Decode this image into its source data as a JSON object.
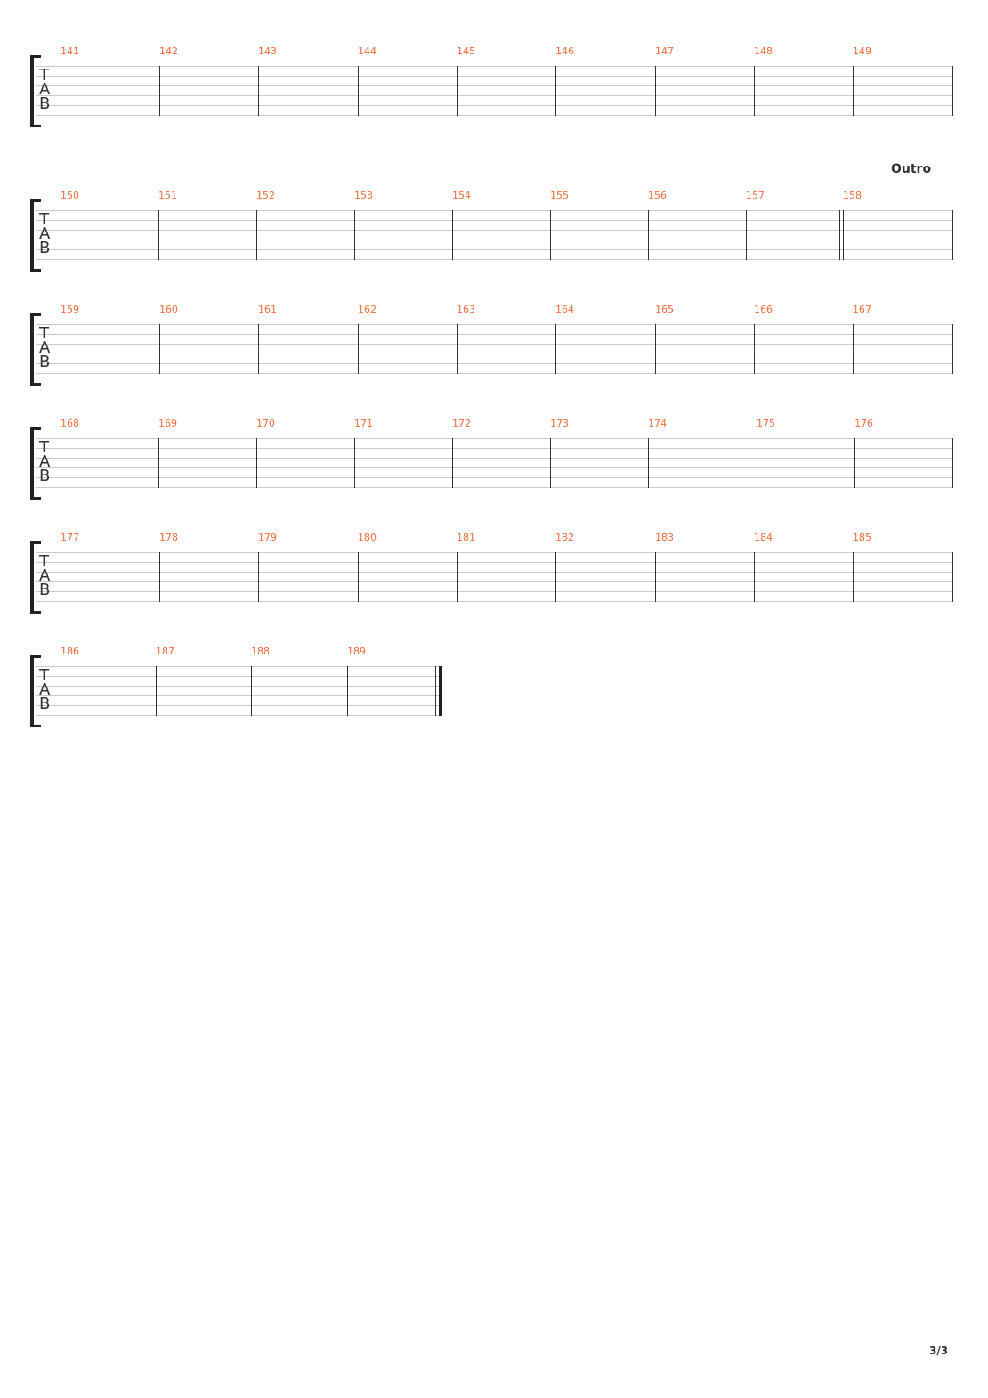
{
  "systems": [
    {
      "measures": [
        "141",
        "142",
        "143",
        "144",
        "145",
        "146",
        "147",
        "148",
        "149"
      ]
    },
    {
      "measures": [
        "150",
        "151",
        "152",
        "153",
        "154",
        "155",
        "156",
        "157",
        "158"
      ],
      "section": "Outro"
    },
    {
      "measures": [
        "159",
        "160",
        "161",
        "162",
        "163",
        "164",
        "165",
        "166",
        "167"
      ]
    },
    {
      "measures": [
        "168",
        "169",
        "170",
        "171",
        "172",
        "173",
        "174",
        "175",
        "176"
      ]
    },
    {
      "measures": [
        "177",
        "178",
        "179",
        "180",
        "181",
        "182",
        "183",
        "184",
        "185"
      ]
    },
    {
      "measures": [
        "186",
        "187",
        "188",
        "189"
      ]
    }
  ],
  "tab_clef": [
    "T",
    "A",
    "B"
  ],
  "page_number": "3/3",
  "colors": {
    "measure_number": "#f26b3a",
    "staff_line": "#c8c8c8"
  }
}
